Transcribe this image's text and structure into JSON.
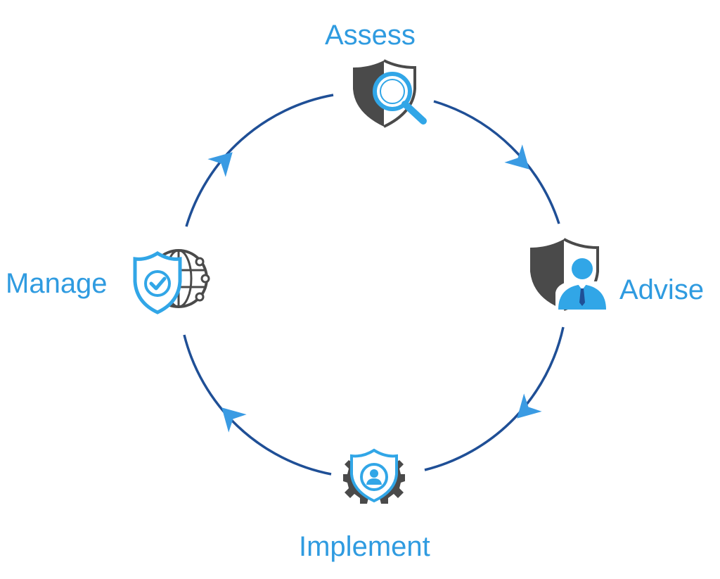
{
  "stages": [
    {
      "label": "Assess",
      "icon": "shield-magnifier-icon"
    },
    {
      "label": "Advise",
      "icon": "shield-person-icon"
    },
    {
      "label": "Implement",
      "icon": "shield-gear-icon"
    },
    {
      "label": "Manage",
      "icon": "shield-check-globe-icon"
    }
  ],
  "colors": {
    "label": "#2f9be0",
    "ring": "#1f4f96",
    "arrow": "#3a9be3",
    "icon_dark": "#4a4a4a",
    "icon_accent": "#31a6e7"
  }
}
